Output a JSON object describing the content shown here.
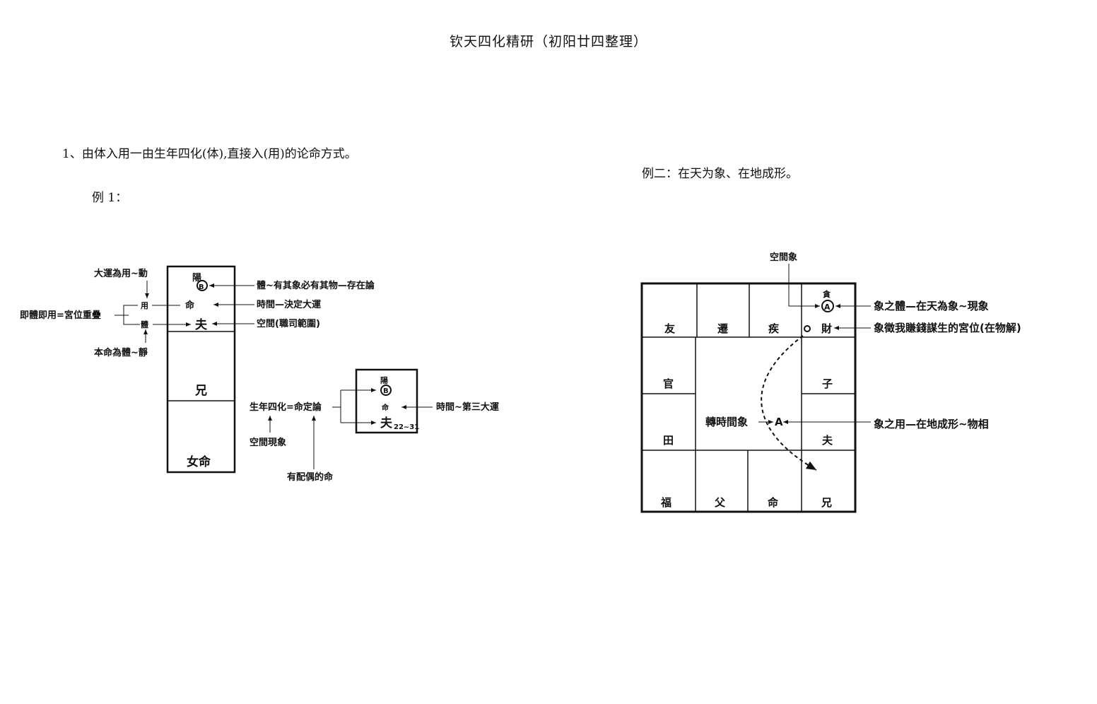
{
  "title": "钦天四化精研（初阳廿四整理）",
  "section1": "1、由体入用一由生年四化(体),直接入(用)的论命方式。",
  "example1": {
    "label": "例 1：",
    "top_star": "陽",
    "top_mark": "B",
    "ming": "命",
    "fu": "夫",
    "xiong": "兄",
    "nu_ming": "女命",
    "note_dayun": "大運為用~動",
    "note_yong": "用",
    "note_ti": "體",
    "note_jiti": "即體即用=宮位重疊",
    "note_benming": "本命為體~靜",
    "note_ti_exist": "體~有其象必有其物—存在論",
    "note_time": "時間—決定大運",
    "note_space": "空間(職司範圍)",
    "box2_star": "陽",
    "box2_mark": "B",
    "box2_ming": "命",
    "box2_fu": "夫",
    "box2_age": "22~31",
    "note_shengnian": "生年四化=命定論",
    "note_time3": "時間~第三大運",
    "note_kongjian": "空間現象",
    "note_peiou": "有配偶的命"
  },
  "example2": {
    "label": "例二：在天为象、在地成形。",
    "top_label": "空間象",
    "star": "貪",
    "mark": "A",
    "palaces_top": [
      "友",
      "遷",
      "疾",
      "財"
    ],
    "palaces_left": [
      "官",
      "田"
    ],
    "palaces_right": [
      "子",
      "夫"
    ],
    "palaces_bottom": [
      "福",
      "父",
      "命",
      "兄"
    ],
    "note_ti": "象之體—在天為象~現象",
    "note_cai": "象徵我賺錢謀生的宮位(在物解)",
    "note_zhuan": "轉時間象",
    "mark_center": "A",
    "note_yong": "象之用—在地成形~物相"
  }
}
